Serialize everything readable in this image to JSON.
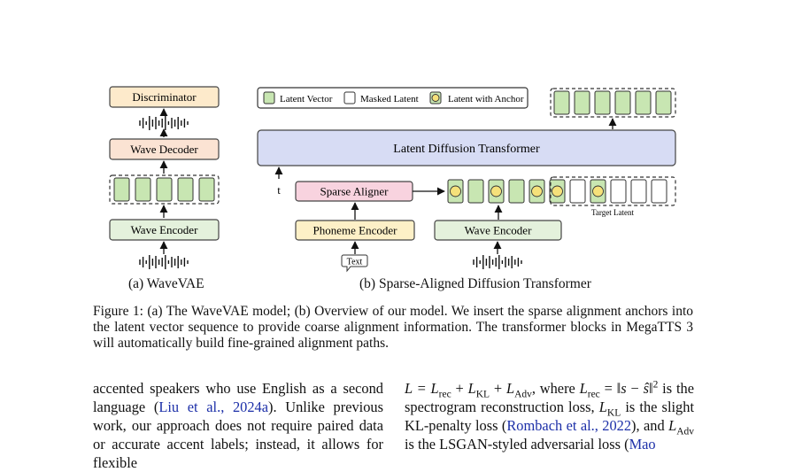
{
  "figure": {
    "legend": {
      "latent_vector": "Latent Vector",
      "masked_latent": "Masked Latent",
      "latent_with_anchor": "Latent with Anchor"
    },
    "wavevae": {
      "discriminator": "Discriminator",
      "wave_decoder": "Wave Decoder",
      "wave_encoder": "Wave Encoder",
      "caption": "(a) WaveVAE"
    },
    "sadt": {
      "ldt": "Latent Diffusion Transformer",
      "t_label": "t",
      "sparse_aligner": "Sparse Aligner",
      "phoneme_encoder": "Phoneme Encoder",
      "wave_encoder": "Wave Encoder",
      "text_bubble": "Text",
      "target_latent": "Target Latent",
      "caption": "(b) Sparse-Aligned Diffusion Transformer"
    },
    "colors": {
      "latent_green": "#c8e6b2",
      "anchor_yellow": "#f5e17a",
      "discriminator": "#fdeacb",
      "decoder": "#fbe3d3",
      "encoder": "#e4f1dc",
      "aligner": "#f8d3df",
      "phoneme": "#fdf0c7",
      "ldt": "#d7dcf4",
      "citation_blue": "#1c2fa8"
    }
  },
  "caption": {
    "text": "Figure 1: (a) The WaveVAE model; (b) Overview of our model. We insert the sparse alignment anchors into the latent vector sequence to provide coarse alignment information. The transformer blocks in MegaTTS 3 will automatically build fine-grained alignment paths."
  },
  "body": {
    "left": {
      "t1": "accented speakers who use English as a second language (",
      "cite1": "Liu et al., 2024a",
      "t2": "). Unlike previous work, our approach does not require paired data or accurate accent labels; instead, it allows for flexible"
    },
    "right": {
      "eq_prefix": "L = L",
      "eq_rec": "rec",
      "eq_kl": "KL",
      "eq_adv": "Adv",
      "eq_where": ", where ",
      "t1": "is the spectrogram reconstruction loss, ",
      "t2": " is the slight KL-penalty loss (",
      "cite1": "Rombach et al., 2022",
      "t3": "), and",
      "t4": "is the LSGAN-styled adversarial loss (",
      "cite2": "Mao"
    }
  }
}
